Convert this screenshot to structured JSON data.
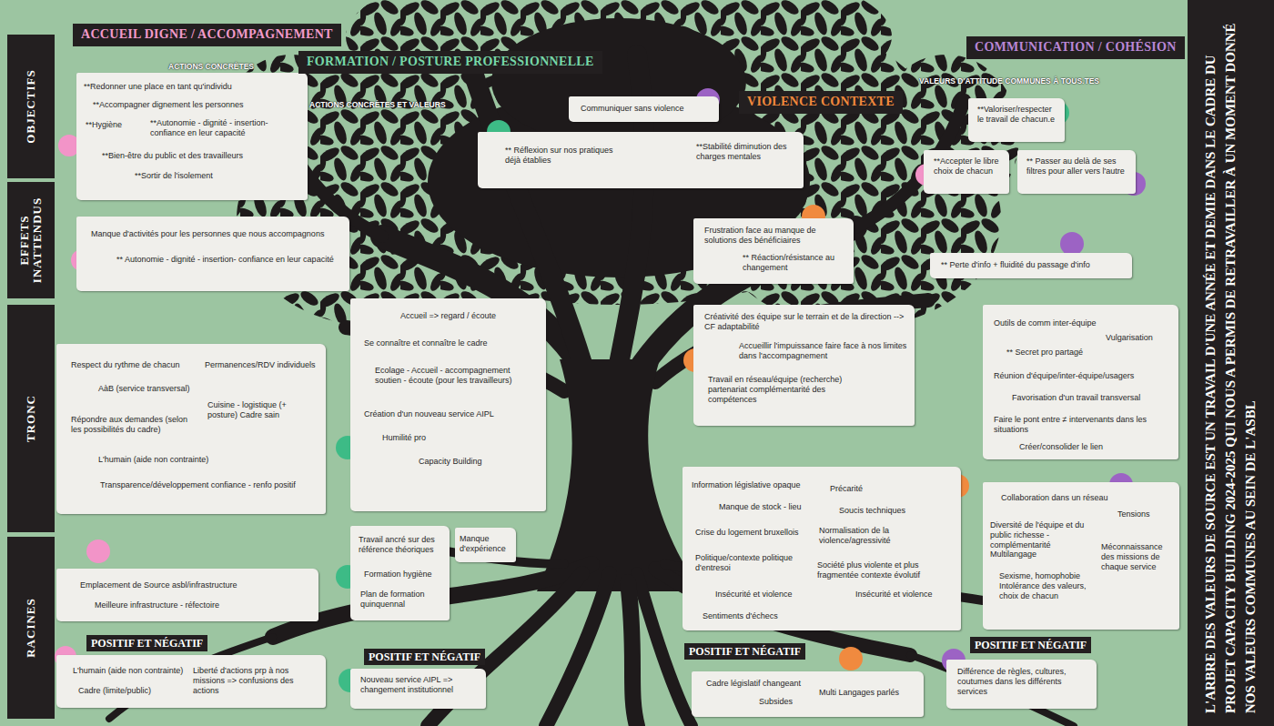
{
  "diagram": {
    "caption": "L'ARBRE DES VALEURS DE SOURCE EST UN TRAVAIL D'UNE ANNÉE ET DEMIE DANS LE CADRE DU PROJET CAPACITY BUILDING 2024-2025 QUI NOUS A PERMIS DE RETRAVAILLER À UN MOMENT DONNÉ NOS VALEURS COMMUNES AU SEIN DE L'ASBL",
    "nodes": [
      {
        "text": [
          "OBJECTIFS"
        ]
      },
      {
        "text": [
          "ACCUEIL DIGNE / ACCOMPAGNEMENT"
        ]
      },
      {
        "text": [
          "**Redonner une place en tant qu'individu",
          "**Accompagner dignement les personnes",
          "**Hygiène",
          "**Autonomie - dignité - insertion- confiance en leur capacité",
          "**Bien-être du public et des travailleurs",
          "**Sortir de l'isolement"
        ]
      },
      {
        "text": [
          "FORMATION / POSTURE PROFESSIONNELLE"
        ]
      },
      {
        "text": [
          "Communiquer sans violence"
        ]
      },
      {
        "text": [
          "VIOLENCE CONTEXTE"
        ]
      },
      {
        "text": [
          "** Réflexion sur nos pratiques déjà établies",
          "**Stabilité diminution des charges mentales"
        ]
      },
      {
        "text": [
          "COMMUNICATION / COHÉSION"
        ]
      },
      {
        "text": [
          "**Valoriser/respecter le travail de chacun.e"
        ]
      },
      {
        "text": [
          "**Accepter le libre choix de chacun"
        ]
      },
      {
        "text": [
          "** Passer au delà de ses filtres pour aller vers l'autre"
        ]
      },
      {
        "text": [
          "EFFETS INATTENDUS"
        ]
      },
      {
        "text": [
          "Manque d'activités pour les personnes que nous accompagnons",
          "** Autonomie - dignité - insertion- confiance en leur capacité"
        ]
      },
      {
        "text": [
          "Frustration face au manque de solutions des bénéficiaires",
          "** Réaction/résistance au changement"
        ]
      },
      {
        "text": [
          "** Perte d'info + fluidité du passage d'info"
        ]
      },
      {
        "text": [
          "TRONC"
        ]
      },
      {
        "text": [
          "Respect du rythme de chacun",
          "Permanences/RDV individuels",
          "AàB (service transversal)",
          "Cuisine - logistique (+ posture) Cadre sain",
          "Répondre aux demandes (selon les possibilités du cadre)",
          "L'humain (aide non contrainte)",
          "Transparence/développement confiance - renfo positif"
        ]
      },
      {
        "text": [
          "Accueil => regard / écoute",
          "Se connaître et connaître le cadre",
          "Ecolage - Accueil - accompagnement soutien - écoute (pour les travailleurs)",
          "Création d'un nouveau service AIPL",
          "Humilité pro",
          "Capacity Building"
        ]
      },
      {
        "text": [
          "Créativité des équipe sur le terrain et de la direction --> CF adaptabilité",
          "Accueillir l'impuissance faire face à nos limites dans l'accompagnement",
          "Travail en réseau/équipe (recherche) partenariat complémentarité des compétences"
        ]
      },
      {
        "text": [
          "Outils de comm inter-équipe",
          "Vulgarisation",
          "** Secret pro partagé",
          "Réunion d'équipe/inter-équipe/usagers",
          "Favorisation d'un travail transversal",
          "Faire le pont entre ≠ intervenants dans les situations",
          "Créer/consolider le lien"
        ]
      },
      {
        "text": [
          "RACINES"
        ]
      },
      {
        "text": [
          "Information législative opaque",
          "Précarité",
          "Manque de stock - lieu",
          "Soucis techniques",
          "Crise du logement bruxellois",
          "Normalisation de la violence/agressivité",
          "Politique/contexte politique d'entresoi",
          "Société plus violente et plus fragmentée contexte évolutif",
          "Insécurité et violence",
          "Insécurité et violence",
          "Sentiments d'échecs"
        ]
      },
      {
        "text": [
          "Collaboration dans un réseau",
          "Tensions",
          "Diversité de l'équipe et du public richesse - complémentarité Multilangage",
          "Méconnaissance des missions de chaque service",
          "Sexisme, homophobie Intolérance des valeurs, choix de chacun"
        ]
      },
      {
        "text": [
          "Emplacement de Source asbl/infrastructure",
          "Meilleure infrastructure - réfectoire"
        ]
      },
      {
        "text": [
          "Travail ancré sur des référence théoriques",
          "Formation hygiène",
          "Plan de formation quinquennal"
        ]
      },
      {
        "text": [
          "Manque d'expérience"
        ]
      },
      {
        "text": [
          "L'humain (aide non contrainte)",
          "Cadre (limite/public)",
          "Liberté d'actions prp à nos missions => confusions des actions"
        ]
      },
      {
        "text": [
          "Nouveau service AIPL => changement institutionnel"
        ]
      },
      {
        "text": [
          "Cadre législatif changeant",
          "Subsides",
          "Multi Langages parlés"
        ]
      },
      {
        "text": [
          "Différence de règles, cultures, coutumes dans les différents services"
        ]
      }
    ],
    "labels": [
      "ACTIONS CONCRÈTES",
      "ACTIONS CONCRÈTES ET VALEURS",
      "VALEURS D'ATTITUDE COMMUNES À TOUS.TES",
      "POSITIF ET NÉGATIF",
      "POSITIF ET NÉGATIF",
      "POSITIF ET NÉGATIF",
      "POSITIF ET NÉGATIF"
    ]
  }
}
